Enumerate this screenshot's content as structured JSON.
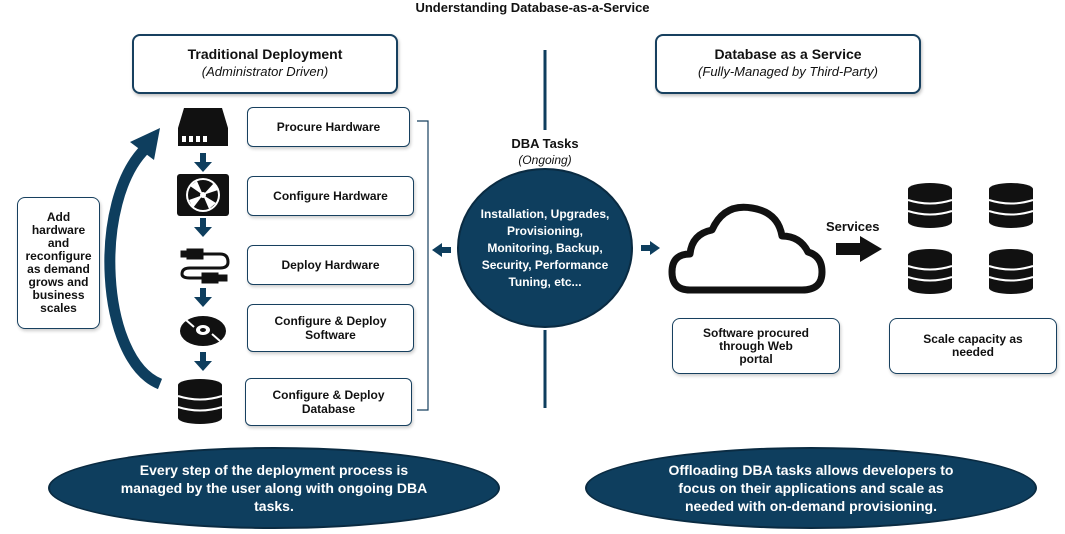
{
  "title": "Understanding Database-as-a-Service",
  "left_header": {
    "main": "Traditional Deployment",
    "sub": "(Administrator Driven)"
  },
  "right_header": {
    "main": "Database as a Service",
    "sub": "(Fully-Managed by Third-Party)"
  },
  "steps": [
    {
      "label": "Procure Hardware",
      "icon": "hard-drive-icon"
    },
    {
      "label": "Configure Hardware",
      "icon": "fan-icon"
    },
    {
      "label": "Deploy Hardware",
      "icon": "cable-icon"
    },
    {
      "label": "Configure & Deploy Software",
      "icon": "disc-icon"
    },
    {
      "label": "Configure & Deploy Database",
      "icon": "database-icon"
    }
  ],
  "side_note": "Add hardware and reconfigure as demand grows and business scales",
  "dba": {
    "title": "DBA Tasks",
    "sub": "(Ongoing)",
    "tasks": "Installation, Upgrades, Provisioning, Monitoring, Backup, Security, Performance Tuning, etc..."
  },
  "services_label": "Services",
  "cloud_box": "Software procured through Web portal",
  "scale_box": "Scale capacity as needed",
  "left_summary": "Every step of the deployment process is managed by the user along with ongoing DBA tasks.",
  "right_summary": "Offloading DBA tasks allows developers to focus on their applications and scale as needed with on-demand provisioning.",
  "colors": {
    "navy": "#0e3e5e",
    "border": "#17405f"
  }
}
